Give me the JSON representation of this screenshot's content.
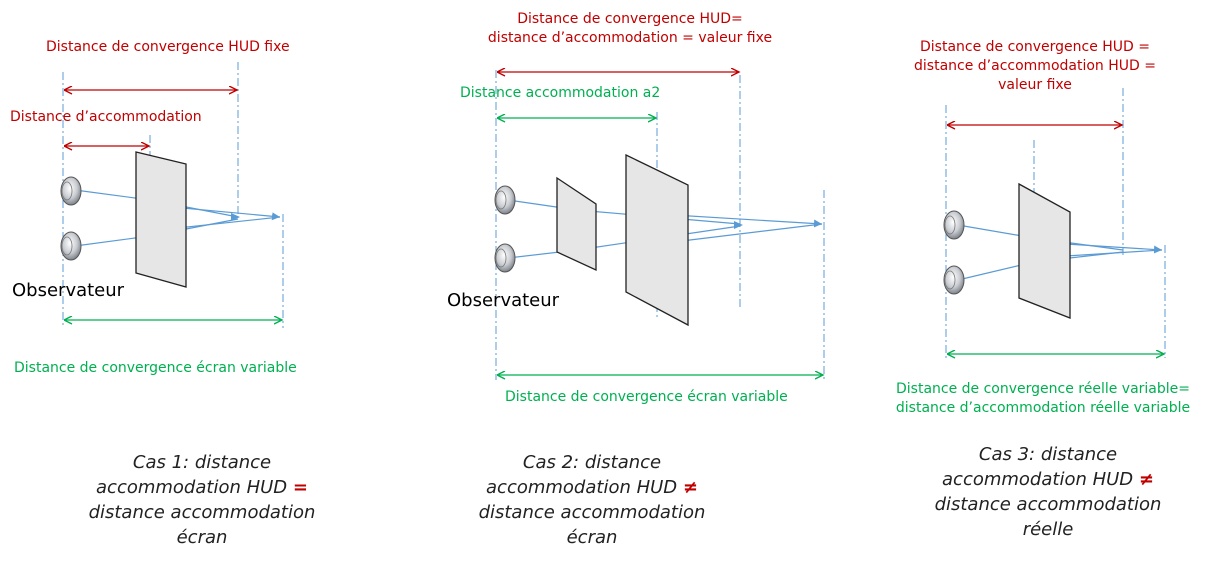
{
  "colors": {
    "red": "#c00000",
    "green": "#00b050",
    "blue": "#5b9bd5",
    "panel": "#e6e6e6",
    "panel_stroke": "#222222"
  },
  "case1": {
    "label_hud": "Distance de convergence HUD fixe",
    "label_accommodation": "Distance d’accommodation",
    "label_observer": "Observateur",
    "label_screen": "Distance de convergence écran variable",
    "caption": {
      "line1": "Cas 1: distance",
      "line2_prefix": "accommodation HUD ",
      "relation": "=",
      "line3": "distance accommodation",
      "line4": "écran"
    }
  },
  "case2": {
    "label_hud_line1": "Distance de convergence HUD=",
    "label_hud_line2": "distance d’accommodation = valeur fixe",
    "label_a2": "Distance accommodation a2",
    "label_observer": "Observateur",
    "label_screen": "Distance de convergence écran variable",
    "caption": {
      "line1": "Cas 2: distance",
      "line2_prefix": "accommodation HUD ",
      "relation": "≠",
      "line3": "distance accommodation",
      "line4": "écran"
    }
  },
  "case3": {
    "label_hud_line1": "Distance de convergence HUD =",
    "label_hud_line2": "distance d’accommodation HUD =",
    "label_hud_line3": "valeur fixe",
    "label_real_line1": "Distance de convergence réelle variable=",
    "label_real_line2": "distance d’accommodation réelle variable",
    "caption": {
      "line1": "Cas 3: distance",
      "line2_prefix": "accommodation HUD ",
      "relation": "≠",
      "line3": "distance accommodation",
      "line4": "réelle"
    }
  }
}
